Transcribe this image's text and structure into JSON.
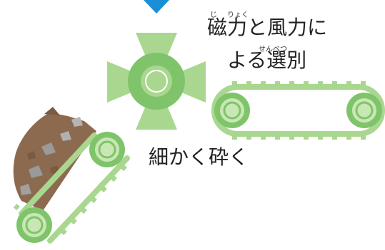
{
  "labels": {
    "magnet_wind_line1": "磁力と風力に",
    "magnet_wind_line2": "よる選別",
    "crush": "細かく砕く"
  },
  "furigana": {
    "ji": "じ",
    "ryoku": "りょく",
    "senbetsu": "せんべつ"
  },
  "colors": {
    "green_dark": "#7fc46a",
    "green_light": "#a9d78f",
    "green_pale": "#c9e7b4",
    "arrow_blue": "#1a8fd6",
    "debris_brown": "#8c6a4f",
    "debris_gray": "#9a9a9a",
    "text": "#222222"
  },
  "icons": {
    "input_arrow": "arrow-down-icon",
    "crusher": "crusher-rotor-icon",
    "separator_belt": "conveyor-belt-icon",
    "incline_belt": "incline-conveyor-icon",
    "debris": "debris-pile-icon"
  }
}
